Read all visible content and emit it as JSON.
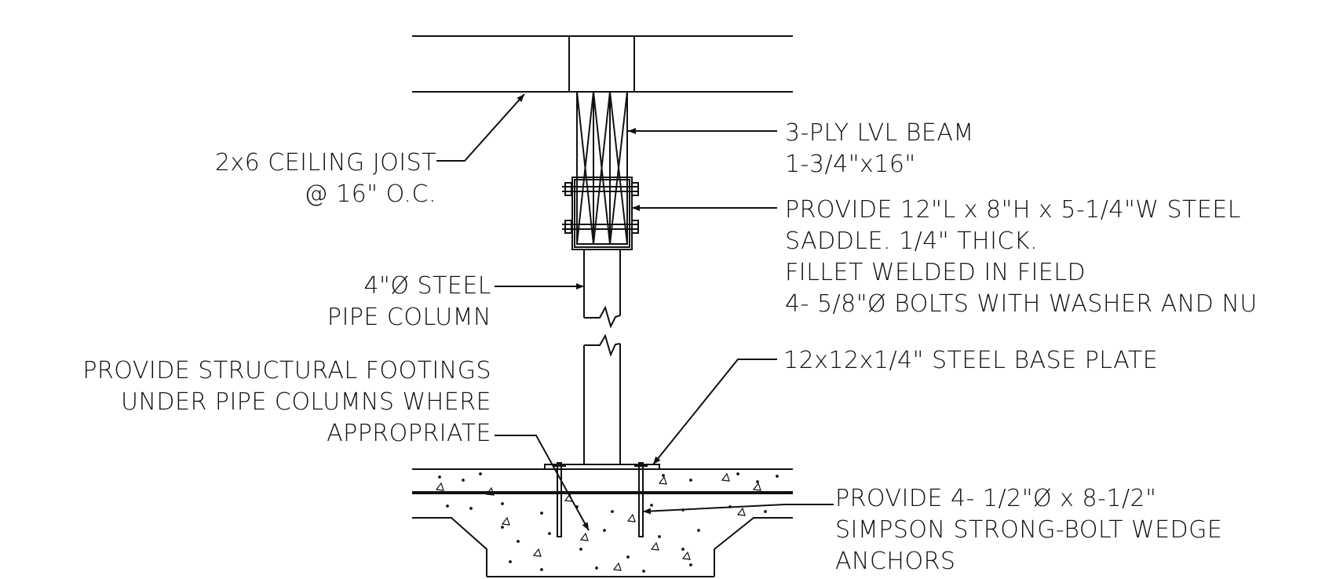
{
  "labels": {
    "lvl_beam": [
      "3-PLY LVL BEAM",
      "1-3/4\"x16\""
    ],
    "ceiling_joist": [
      "2x6 CEILING JOIST",
      "@ 16\" O.C."
    ],
    "steel_saddle": [
      "PROVIDE 12\"L x 8\"H x 5-1/4\"W STEEL",
      "SADDLE.  1/4\" THICK.",
      "FILLET WELDED IN FIELD",
      "4- 5/8\"Ø BOLTS WITH WASHER AND NU"
    ],
    "pipe_column": [
      "4\"Ø STEEL",
      "PIPE COLUMN"
    ],
    "base_plate": [
      "12x12x1/4\" STEEL BASE PLATE"
    ],
    "footings": [
      "PROVIDE STRUCTURAL FOOTINGS",
      "UNDER PIPE COLUMNS WHERE",
      "APPROPRIATE"
    ],
    "wedge_anchors": [
      "PROVIDE 4- 1/2\"Ø x 8-1/2\"",
      "SIMPSON STRONG-BOLT WEDGE",
      "ANCHORS"
    ]
  }
}
